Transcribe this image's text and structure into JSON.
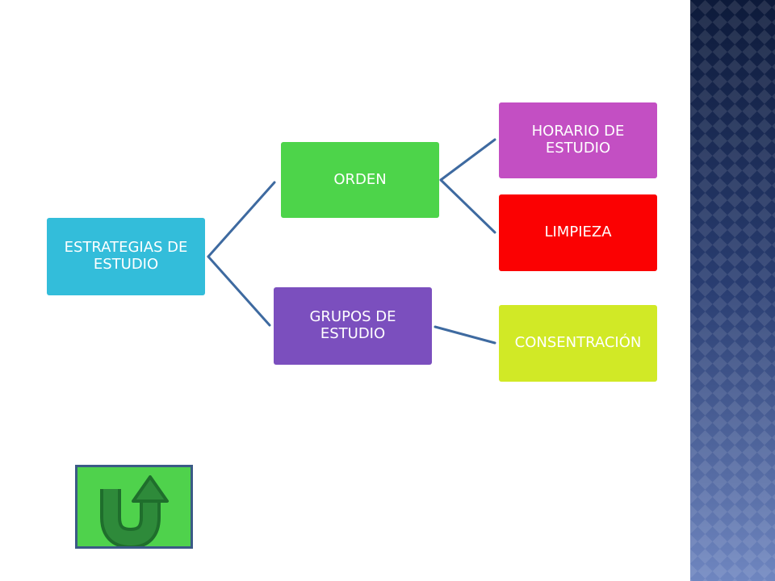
{
  "diagram": {
    "root": "ESTRATEGIAS DE ESTUDIO",
    "branches": [
      {
        "label": "ORDEN",
        "children": [
          "HORARIO DE ESTUDIO",
          "LIMPIEZA"
        ]
      },
      {
        "label": "GRUPOS DE ESTUDIO",
        "children": [
          "CONSENTRACIÓN"
        ]
      }
    ]
  },
  "colors": {
    "root": "#33bdda",
    "orden": "#4dd44a",
    "grupos": "#7b4fbe",
    "horario": "#c34fc3",
    "limpieza": "#fb0102",
    "consentracion": "#d1e926",
    "connector": "#3e6aa0",
    "side_band": "#33467a",
    "back_button": "#4fd24c"
  },
  "nav": {
    "back_button_icon": "u-turn-up-arrow-icon"
  }
}
